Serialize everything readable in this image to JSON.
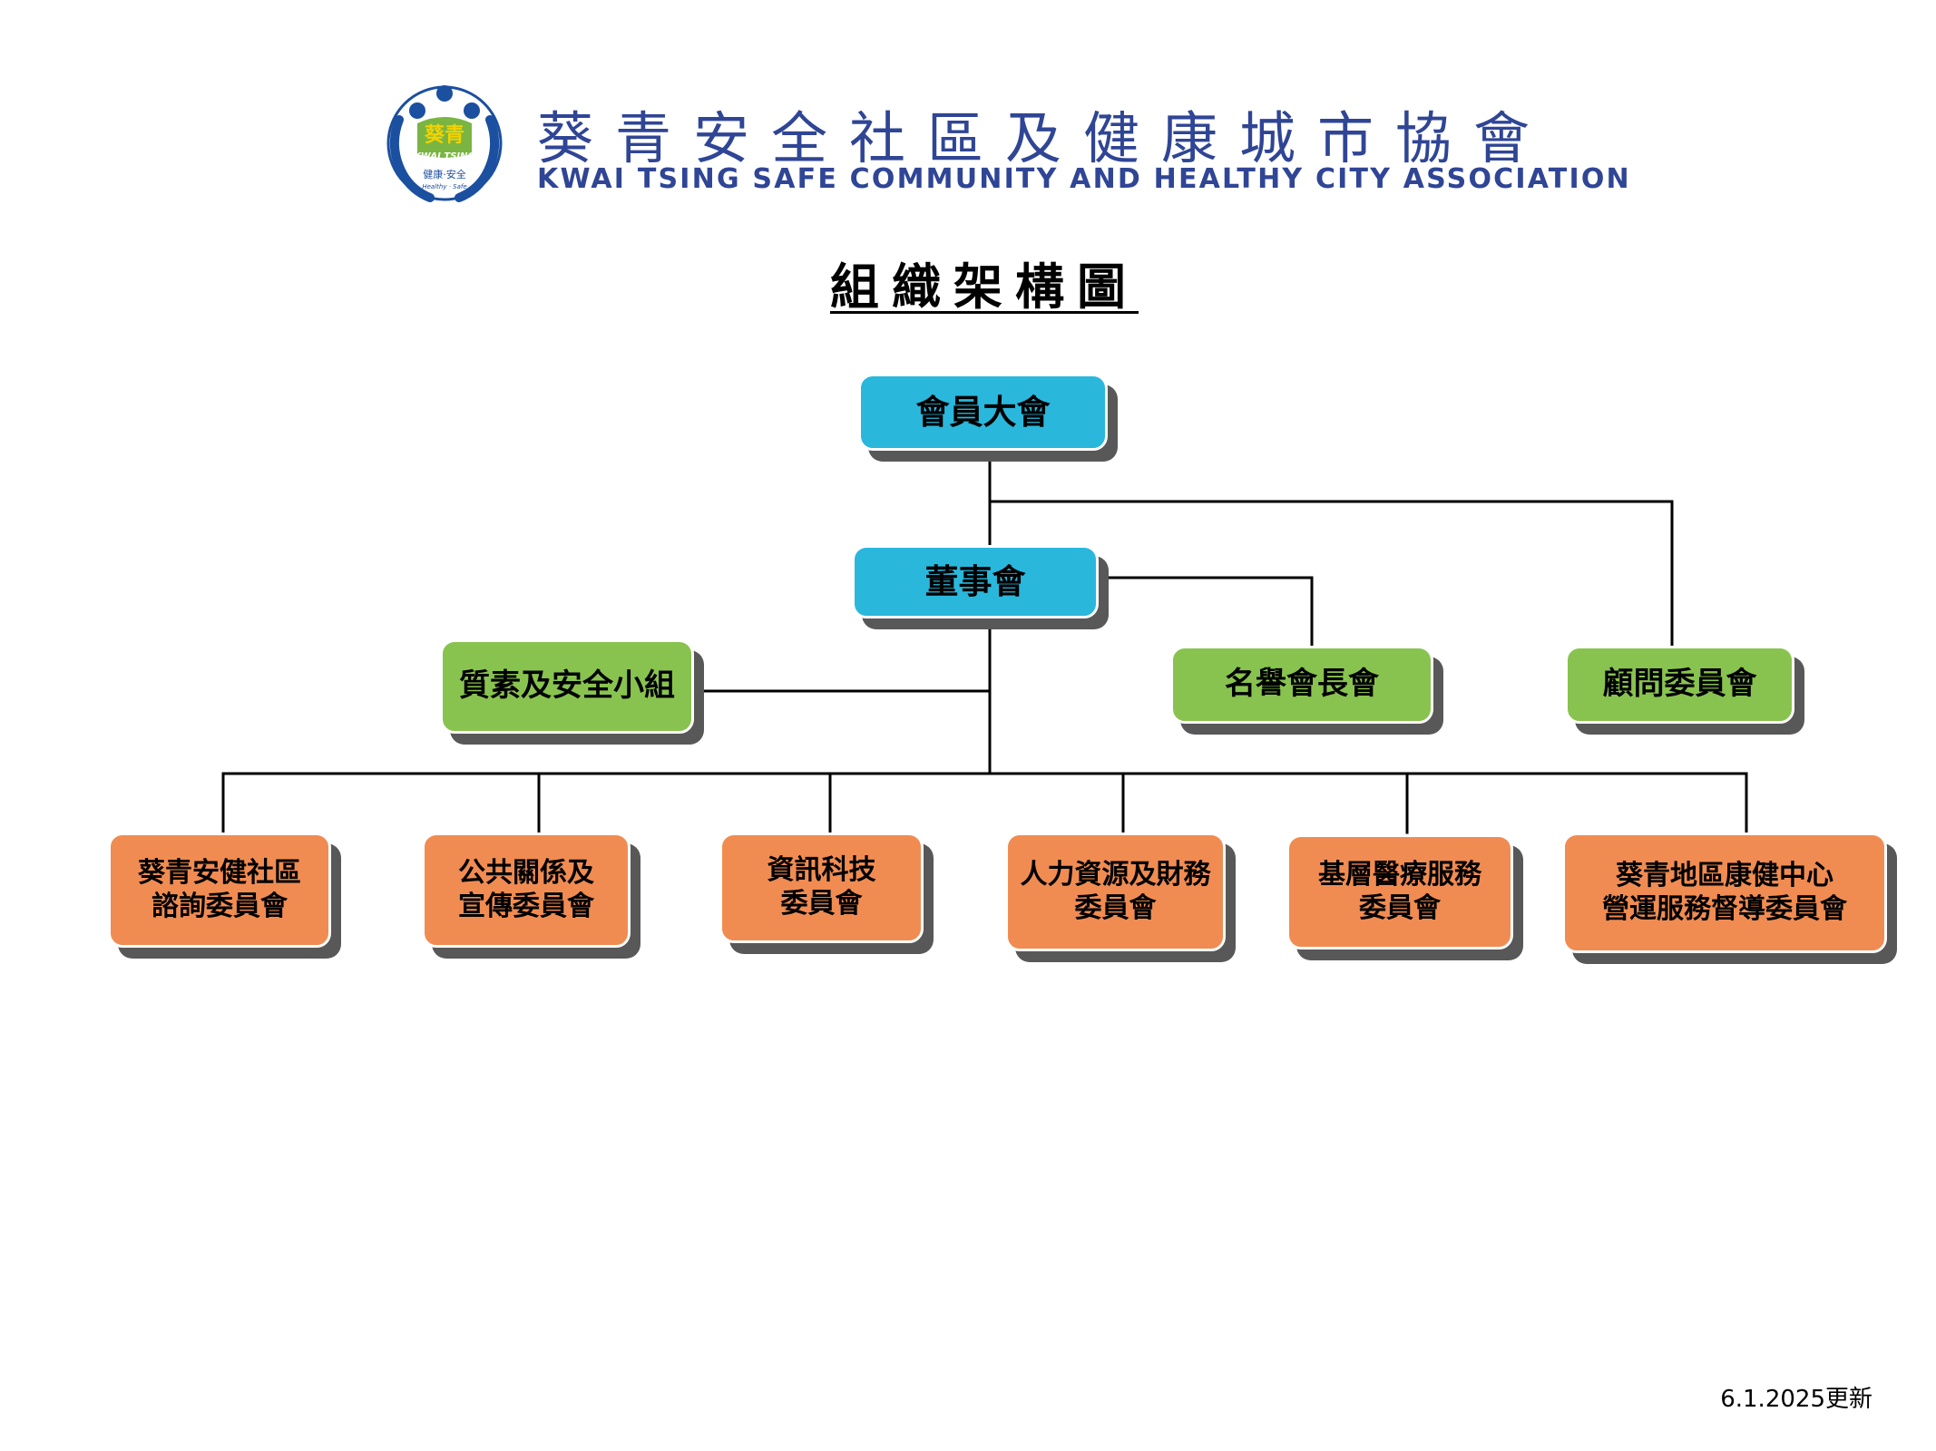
{
  "header": {
    "logo": {
      "main_text": "葵青",
      "sub_text": "KWAI TSING",
      "tagline_cn": "健康·安全",
      "tagline_en": "Healthy · Safe",
      "colors": {
        "blue": "#1b4fa0",
        "green": "#7ab542",
        "yellow": "#f2d300"
      }
    },
    "title_cn": "葵青安全社區及健康城市協會",
    "title_en": "KWAI TSING SAFE COMMUNITY AND HEALTHY CITY ASSOCIATION",
    "title_color": "#2f4595"
  },
  "chart_title": "組織架構圖",
  "colors": {
    "top_level": "#2ab7dc",
    "side_groups": "#89c34f",
    "committees": "#f08c52",
    "connector": "#000000",
    "shadow": "#585858"
  },
  "nodes": {
    "general_meeting": {
      "lines": [
        "會員大會"
      ]
    },
    "board": {
      "lines": [
        "董事會"
      ]
    },
    "quality_safety_group": {
      "lines": [
        "質素及安全小組"
      ]
    },
    "honorary_presidents": {
      "lines": [
        "名譽會長會"
      ]
    },
    "advisory_committee": {
      "lines": [
        "顧問委員會"
      ]
    },
    "committees": [
      {
        "lines": [
          "葵青安健社區",
          "諮詢委員會"
        ]
      },
      {
        "lines": [
          "公共關係及",
          "宣傳委員會"
        ]
      },
      {
        "lines": [
          "資訊科技",
          "委員會"
        ]
      },
      {
        "lines": [
          "人力資源及財務",
          "委員會"
        ]
      },
      {
        "lines": [
          "基層醫療服務",
          "委員會"
        ]
      },
      {
        "lines": [
          "葵青地區康健中心",
          "營運服務督導委員會"
        ]
      }
    ]
  },
  "footer": {
    "update_note": "6.1.2025更新"
  }
}
